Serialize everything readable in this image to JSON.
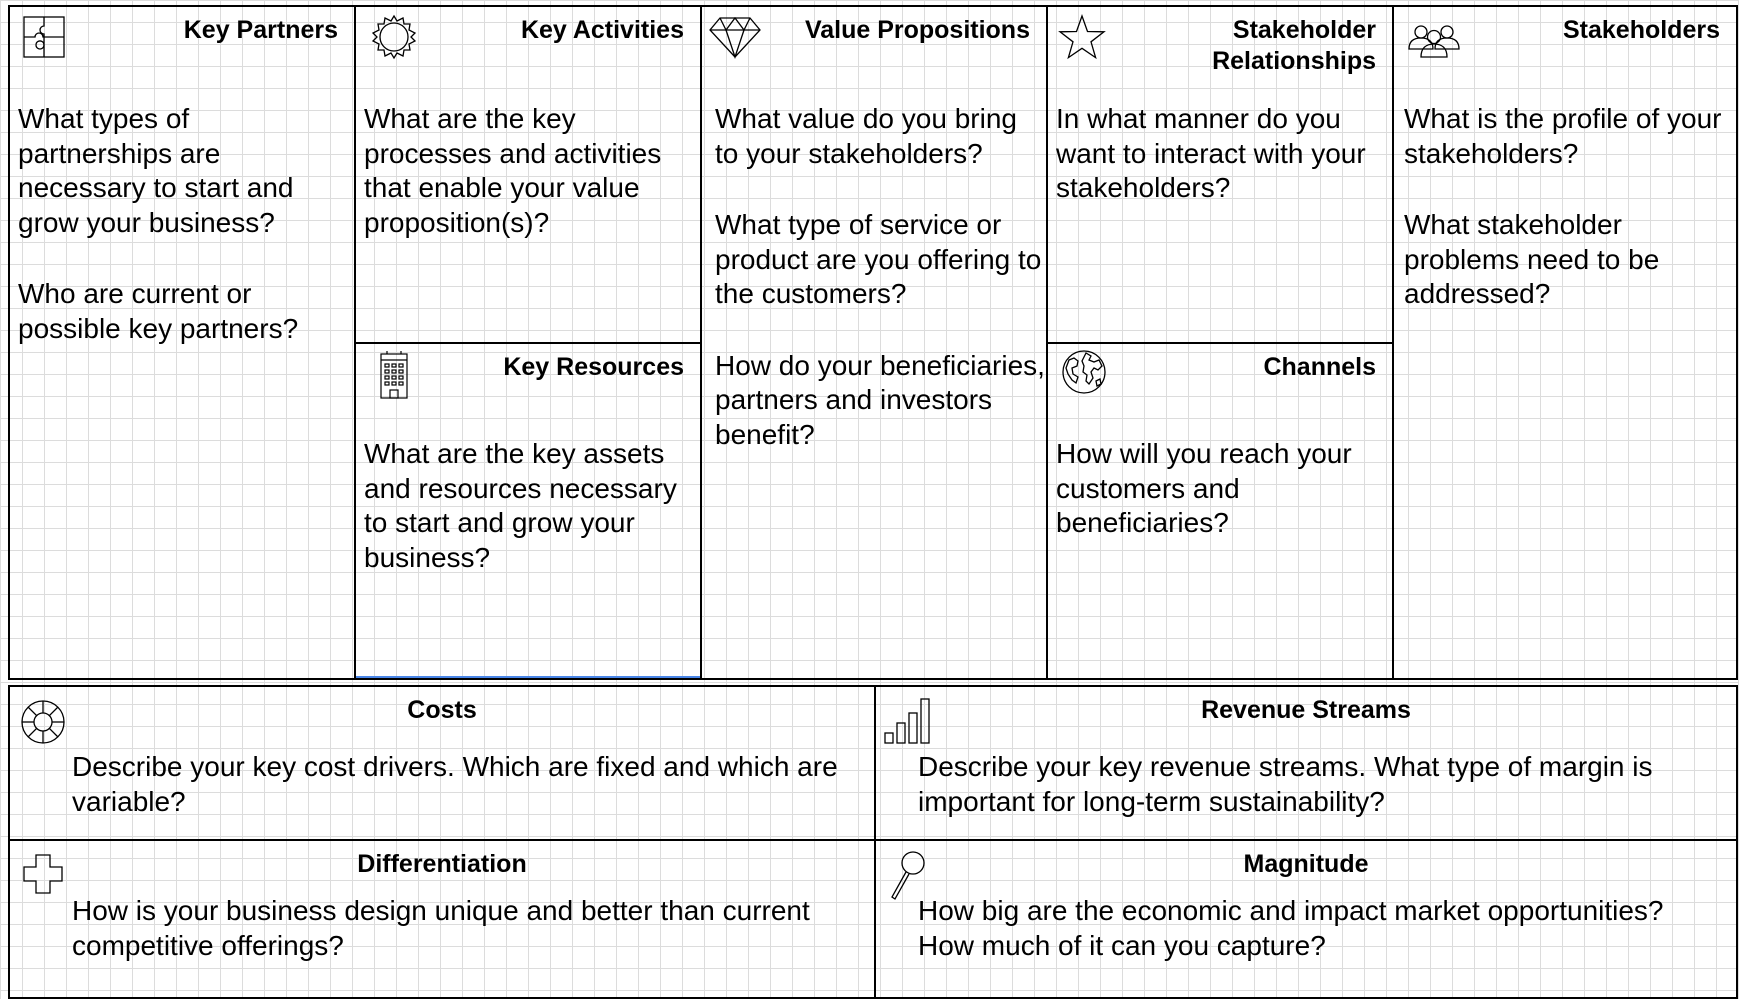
{
  "canvas": {
    "grid_color": "#dcdcdc",
    "line_color": "#000000"
  },
  "cells": {
    "key_partners": {
      "icon": "puzzle-icon",
      "title": "Key Partners",
      "paragraphs": [
        "What types of partnerships are necessary to start and grow your business?",
        "Who are current or possible key partners?"
      ]
    },
    "key_activities": {
      "icon": "gear-icon",
      "title": "Key Activities",
      "paragraphs": [
        "What are the key processes and activities that enable your value proposition(s)?"
      ]
    },
    "key_resources": {
      "icon": "building-icon",
      "title": "Key Resources",
      "paragraphs": [
        "What are the key assets and resources necessary to start and grow your business?"
      ]
    },
    "value_propositions": {
      "icon": "diamond-icon",
      "title": "Value Propositions",
      "paragraphs": [
        "What value do you bring to your stakeholders?",
        "What type of service or product are you offering to the customers?",
        "How do your beneficiaries, partners and investors benefit?"
      ]
    },
    "stakeholder_relationships": {
      "icon": "star-icon",
      "title_lines": [
        "Stakeholder",
        "Relationships"
      ],
      "paragraphs": [
        "In what manner do you want to interact with your stakeholders?"
      ]
    },
    "channels": {
      "icon": "globe-icon",
      "title": "Channels",
      "paragraphs": [
        "How will you reach your customers and beneficiaries?"
      ]
    },
    "stakeholders": {
      "icon": "people-icon",
      "title": "Stakeholders",
      "paragraphs": [
        "What is the profile of your stakeholders?",
        "What stakeholder problems need to be addressed?"
      ]
    },
    "costs": {
      "icon": "lifebuoy-icon",
      "title": "Costs",
      "paragraphs": [
        "Describe your key cost drivers.  Which are fixed and which are variable?"
      ]
    },
    "revenue_streams": {
      "icon": "bar-chart-icon",
      "title": "Revenue Streams",
      "paragraphs": [
        "Describe your key revenue streams.  What type of margin is important for long-term sustainability?"
      ]
    },
    "differentiation": {
      "icon": "cross-icon",
      "title": "Differentiation",
      "paragraphs": [
        "How is your business design unique and better than current competitive offerings?"
      ]
    },
    "magnitude": {
      "icon": "magnifier-icon",
      "title": "Magnitude",
      "paragraphs": [
        "How big are the economic and impact market opportunities?  How much of it can you capture?"
      ]
    }
  }
}
